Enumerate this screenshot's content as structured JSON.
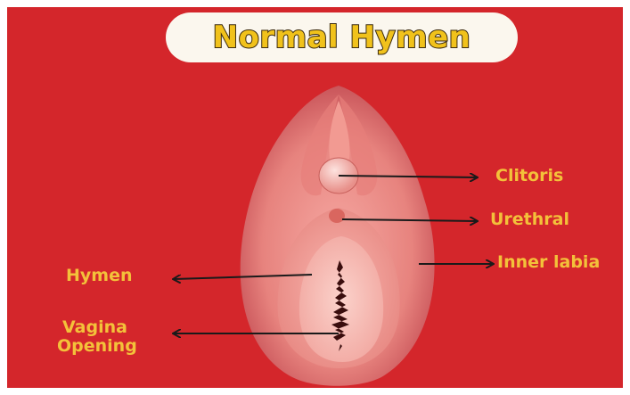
{
  "title": "Normal Hymen",
  "labels": {
    "clitoris": "Clitoris",
    "urethral": "Urethral",
    "inner_labia": "Inner labia",
    "hymen": "Hymen",
    "vagina_opening": [
      "Vagina",
      "Opening"
    ]
  },
  "colors": {
    "background": "#d4262b",
    "title_fill": "#f1c21b",
    "title_outline": "#3a2a10",
    "title_pill": "#fbf7ee",
    "label_text": "#f3c13a",
    "arrow": "#1a1a1a"
  }
}
